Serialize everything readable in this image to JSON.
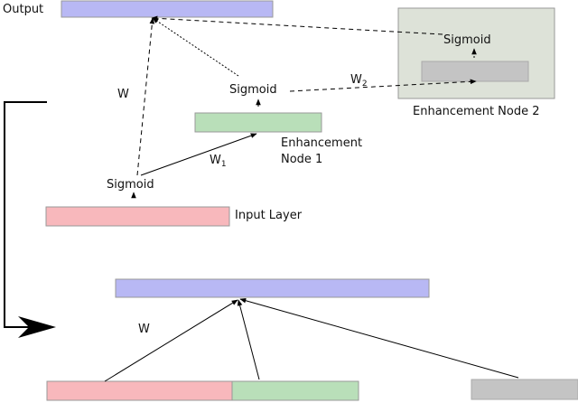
{
  "labels": {
    "output": "Output",
    "w_main": "W",
    "sigmoid_input": "Sigmoid",
    "sigmoid_enh1": "Sigmoid",
    "sigmoid_enh2": "Sigmoid",
    "w1_base": "W",
    "w1_sub": "1",
    "w2_base": "W",
    "w2_sub": "2",
    "enh1_line1": "Enhancement",
    "enh1_line2": "Node 1",
    "enh2": "Enhancement Node 2",
    "input_layer": "Input Layer",
    "w_bottom": "W"
  },
  "colors": {
    "output": "#b8b8f4",
    "input": "#f8b8bc",
    "enhancement": "#b9dfb9",
    "gray_node": "#c4c4c4",
    "enh2_panel": "#dde2d8",
    "stroke": "#999999",
    "line": "#000000"
  }
}
